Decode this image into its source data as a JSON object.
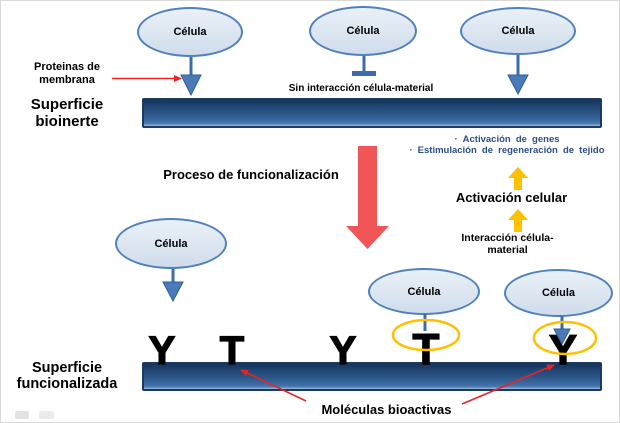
{
  "diagram": {
    "cells_label": "Célula",
    "annotations": {
      "proteinas_membrana": "Proteinas de membrana",
      "superficie_bioinerte": "Superficie bioinerte",
      "sin_interaccion": "Sin interacción célula-material",
      "proceso_funcionalizacion": "Proceso de funcionalización",
      "activacion_celular": "Activación celular",
      "interaccion_celula_material": "Interacción célula-material",
      "superficie_funcionalizada": "Superficie funcionalizada",
      "moleculas_bioactivas": "Moléculas bioactivas"
    },
    "effects_list": {
      "bullet_char": "·",
      "items": [
        "Activación de genes",
        "Estimulación de regeneración de tejido"
      ]
    },
    "molecules": [
      "Y",
      "T",
      "Y",
      "T",
      "Y"
    ],
    "colors": {
      "surface_gradient_top": "#16355b",
      "surface_gradient_bottom": "#4577ae",
      "surface_border": "#1b3a61",
      "cell_fill": "#dce6f1",
      "cell_border": "#4f81bd",
      "connector_blue": "#4a7ab8",
      "process_arrow_red": "#f15656",
      "pointer_arrow_red": "#ea2323",
      "activation_yellow": "#ffc000",
      "effects_text_blue": "#2d4f86",
      "molecule_black": "#000000"
    }
  }
}
